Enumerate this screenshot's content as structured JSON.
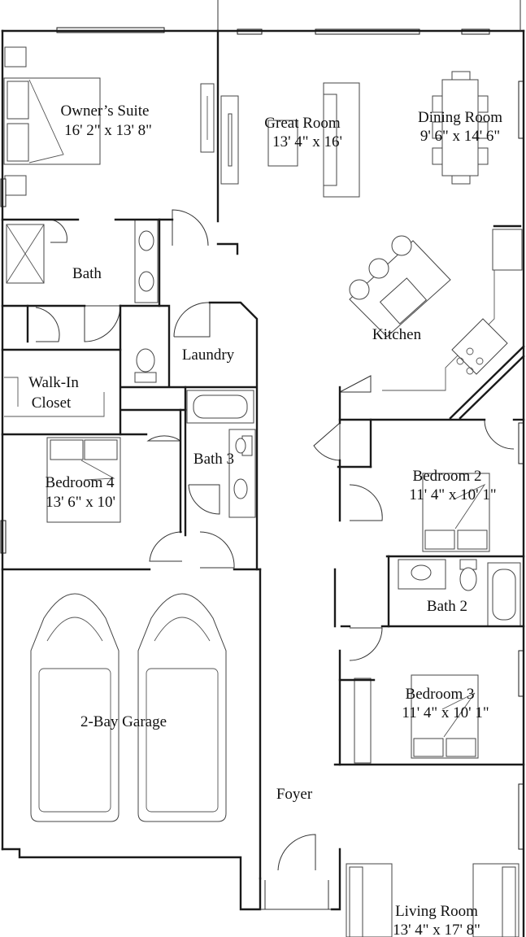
{
  "rooms": {
    "owners_suite": {
      "name": "Owner’s Suite",
      "size": "16' 2\" x 13' 8\""
    },
    "great_room": {
      "name": "Great Room",
      "size": "13' 4\" x 16'"
    },
    "dining_room": {
      "name": "Dining Room",
      "size": "9' 6\" x 14' 6\""
    },
    "bath": {
      "name": "Bath"
    },
    "kitchen": {
      "name": "Kitchen"
    },
    "laundry": {
      "name": "Laundry"
    },
    "walk_in_closet": {
      "line1": "Walk-In",
      "line2": "Closet"
    },
    "bath_3": {
      "name": "Bath 3"
    },
    "bedroom_4": {
      "name": "Bedroom 4",
      "size": "13' 6\" x 10'"
    },
    "bedroom_2": {
      "name": "Bedroom 2",
      "size": "11' 4\" x 10' 1\""
    },
    "bath_2": {
      "name": "Bath 2"
    },
    "bedroom_3": {
      "name": "Bedroom 3",
      "size": "11' 4\" x 10' 1\""
    },
    "garage": {
      "name": "2-Bay Garage"
    },
    "foyer": {
      "name": "Foyer"
    },
    "living_room": {
      "name": "Living Room",
      "size": "13' 4\" x 17' 8\""
    }
  }
}
